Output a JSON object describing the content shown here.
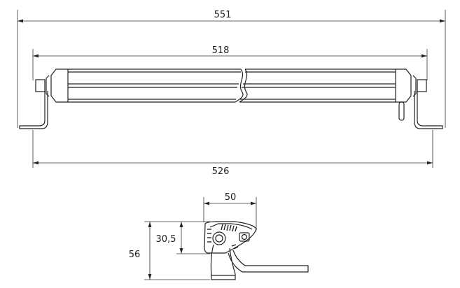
{
  "dimensions": {
    "overall_width": "551",
    "body_length": "518",
    "mount_spacing": "526",
    "depth": "50",
    "body_height": "30,5",
    "total_height": "56"
  }
}
